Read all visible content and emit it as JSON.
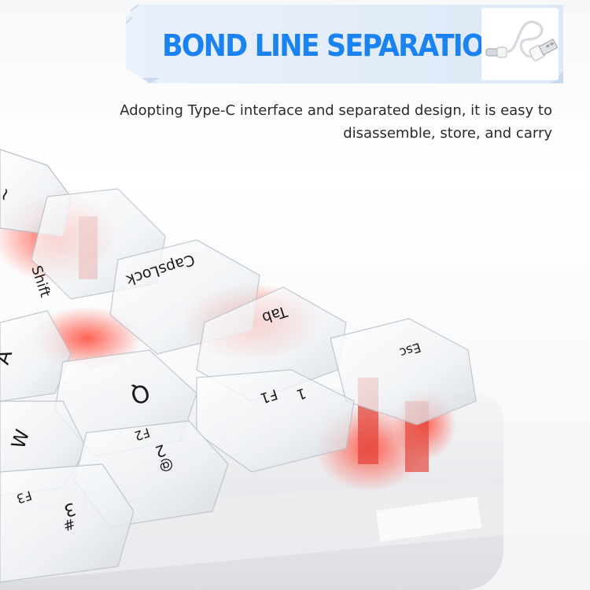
{
  "header": {
    "headline": "BOND LINE SEPARATION",
    "accent_color": "#1b82f2",
    "banner_color": "#e4eef9",
    "cable_icon": "usb-type-c-cable-icon"
  },
  "description": {
    "line1": "Adopting Type-C interface and separated design, it is easy to",
    "line2": "disassemble, store, and carry"
  },
  "keyboard": {
    "case_color": "#f2f2f4",
    "switch_color": "#e3473c",
    "keys": {
      "shift": "Shift",
      "capslock": "CapsLock",
      "tab": "Tab",
      "esc": "Esc",
      "q": "Q",
      "a": "A",
      "w": "W",
      "f1": "F1",
      "num1": "1",
      "num2": "2",
      "at": "@",
      "f2": "F2",
      "num3": "3",
      "hash": "#",
      "f3": "F3",
      "tilde": "~"
    }
  }
}
